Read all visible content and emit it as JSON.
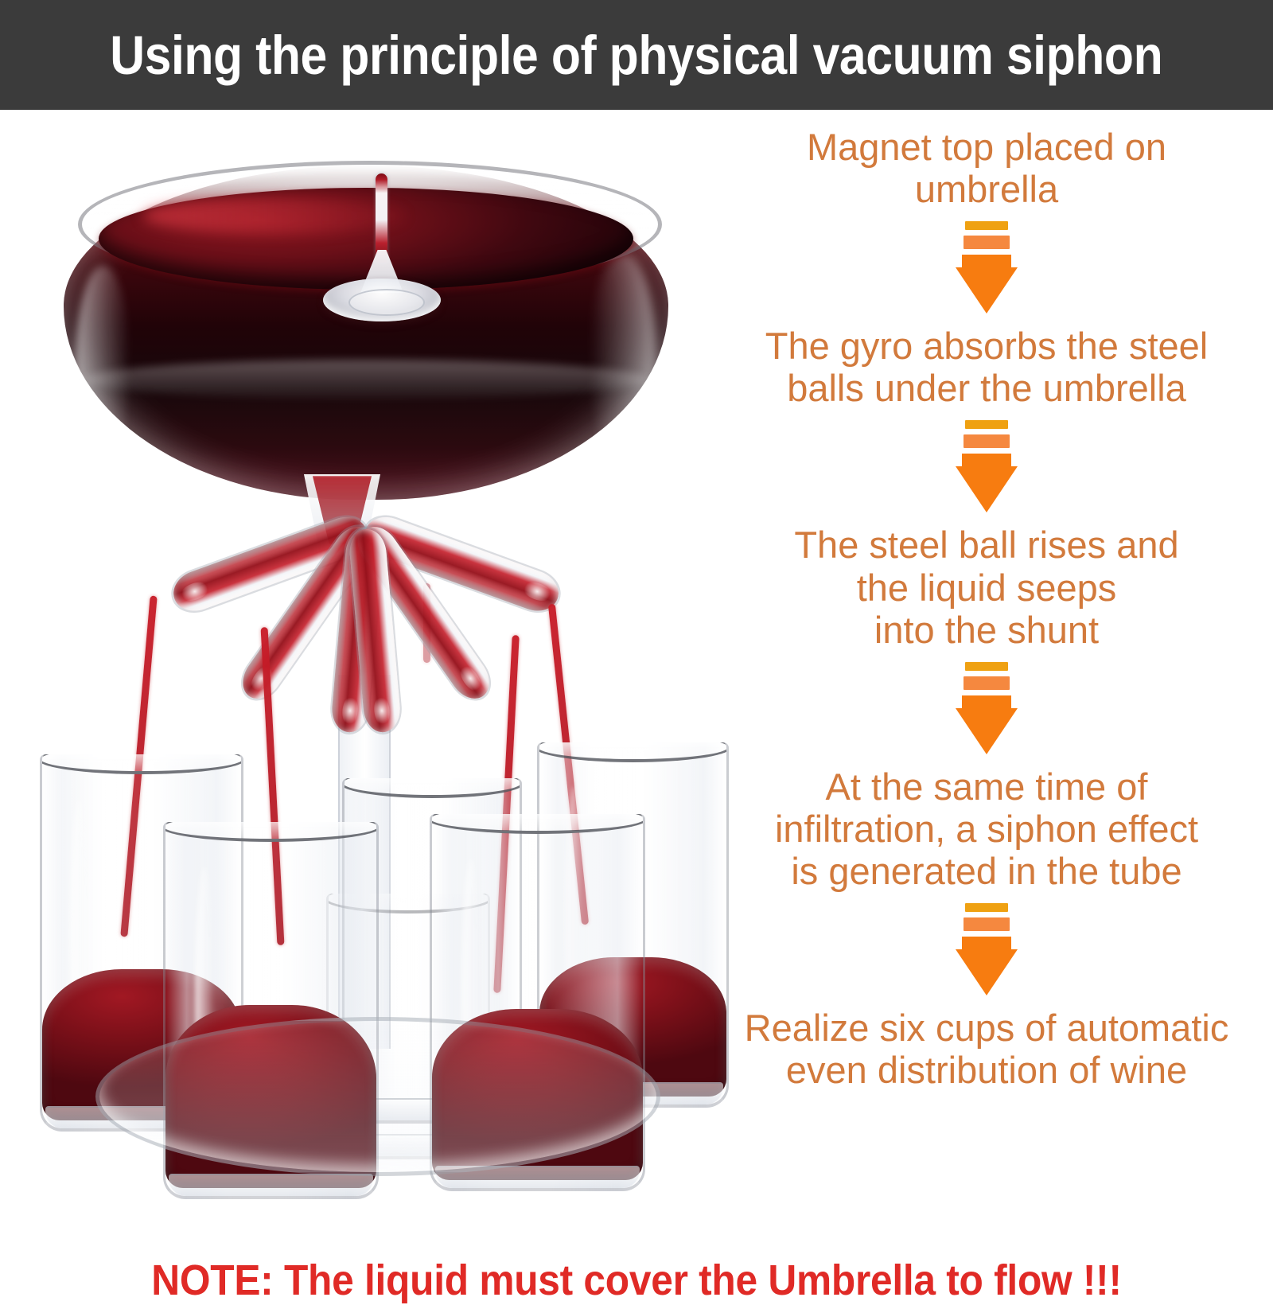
{
  "header": {
    "title": "Using the principle of physical vacuum siphon",
    "background_color": "#3b3b3b",
    "text_color": "#ffffff"
  },
  "colors": {
    "accent_orange": "#d27a3c",
    "arrow_orange": "#f77c10",
    "arrow_mid_orange": "#f5883f",
    "arrow_gold": "#efa112",
    "note_red": "#e02a26",
    "page_background": "#ffffff",
    "wine_red": "#7c1019"
  },
  "steps": [
    {
      "id": "step-1",
      "text": "Magnet top placed on\numbrella"
    },
    {
      "id": "step-2",
      "text": "The gyro absorbs the steel\nballs under the umbrella"
    },
    {
      "id": "step-3",
      "text": "The steel ball rises and\nthe liquid seeps\ninto the shunt"
    },
    {
      "id": "step-4",
      "text": "At the same time of\ninfiltration,  a siphon effect\nis generated in the tube"
    },
    {
      "id": "step-5",
      "text": "Realize six cups of automatic\neven distribution of wine"
    }
  ],
  "arrows": {
    "count": 4,
    "direction": "down",
    "label": "flow-arrow"
  },
  "note": {
    "text": "NOTE:  The liquid must cover the Umbrella to flow !!!"
  },
  "product": {
    "name": "six-cup wine dispenser",
    "parts": {
      "bowl": "glass bowl filled with red wine",
      "umbrella": "clear acrylic umbrella spinner with magnet top",
      "arms": "six curved shunt tubes filled with wine",
      "glasses": "six clear shot glasses filling with wine",
      "base": "clear acrylic base ring"
    },
    "glass_count": 6,
    "tube_count": 6
  }
}
